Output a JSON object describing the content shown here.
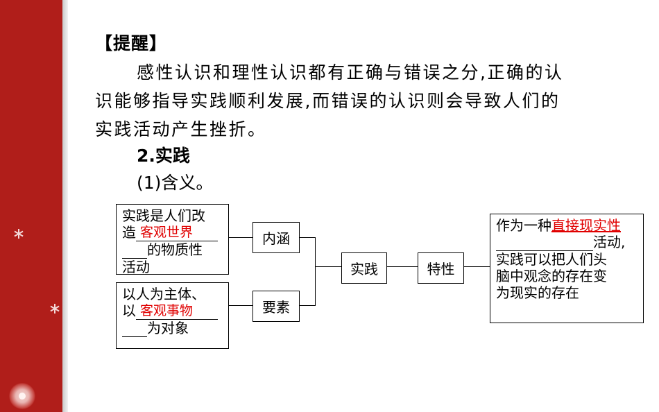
{
  "heading": "【提醒】",
  "paragraph": {
    "lines": [
      "感性认识和理性认识都有正确与错误之分,正确的认",
      "识能够指导实践顺利发展,而错误的认识则会导致人们的",
      "实践活动产生挫折。"
    ]
  },
  "section": {
    "title": "2.实践",
    "subtitle": "(1)含义。"
  },
  "diagram": {
    "box_meaning": {
      "line1": "实践是人们改",
      "line2_prefix": "造",
      "answer": "客观世界",
      "line3": "的物质性",
      "line4": "活动"
    },
    "box_elements": {
      "line1": "以人为主体、",
      "line2_prefix": "以",
      "answer": "客观事物",
      "line3": "为对象"
    },
    "node_neihan": "内涵",
    "node_yaosu": "要素",
    "node_shijian": "实践",
    "node_texing": "特性",
    "box_characteristic": {
      "line1_prefix": "作为一种",
      "answer": "直接现实性",
      "line2": "活动,",
      "line3": "实践可以把人们头",
      "line4": "脑中观念的存在变",
      "line5": "为现实的存在"
    }
  }
}
